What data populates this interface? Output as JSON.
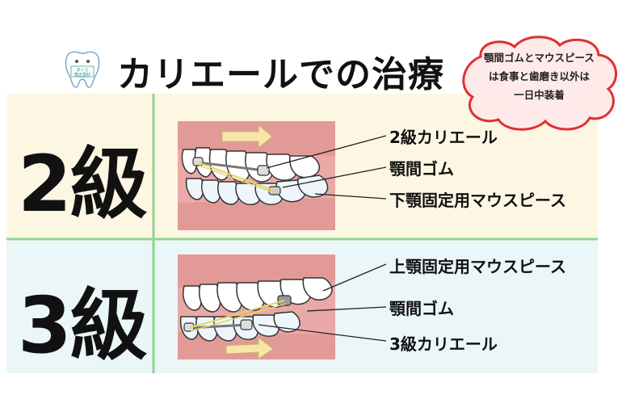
{
  "title": "カリエールでの治療",
  "note": {
    "line1": "顎間ゴムとマウスピース",
    "line2": "は食事と歯磨き以外は",
    "line3": "一日中装着"
  },
  "logo": {
    "text": "まくら\n矯正歯科"
  },
  "grade2": {
    "grade_label": "2級",
    "labels": [
      "2級カリエール",
      "顎間ゴム",
      "下顎固定用マウスピース"
    ]
  },
  "grade3": {
    "grade_label": "3級",
    "labels": [
      "上顎固定用マウスピース",
      "顎間ゴム",
      "3級カリエール"
    ]
  },
  "colors": {
    "panel_top": "#fdf6e3",
    "panel_bottom": "#eaf6f8",
    "divider": "#8fd68f",
    "gum": "#e9a9a6",
    "cloud_fill": "#ffeaea",
    "cloud_stroke": "#e03030",
    "arrow": "#f8e6a8"
  }
}
